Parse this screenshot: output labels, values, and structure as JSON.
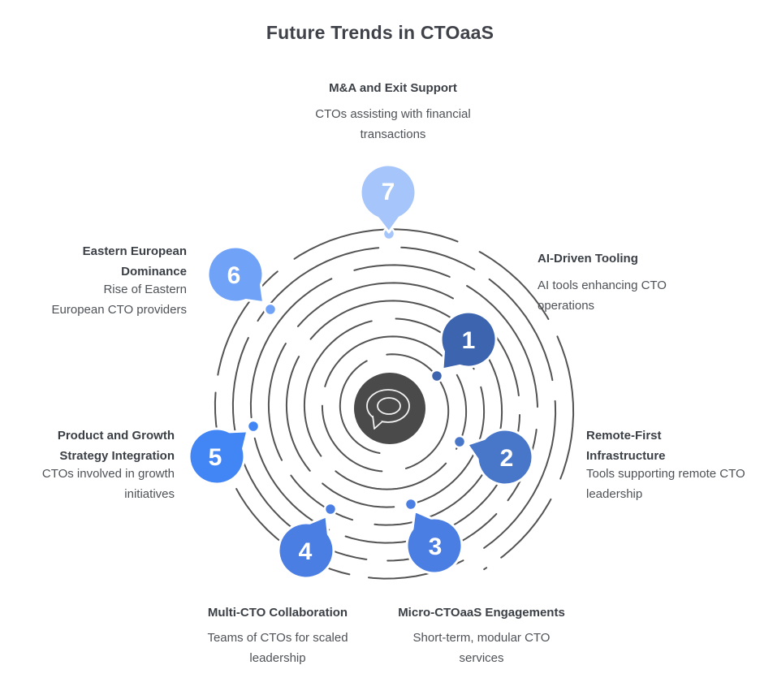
{
  "title": "Future Trends in CTOaaS",
  "colors": {
    "spiral": "#3b3b3b",
    "center_circle": "#4a4a4a",
    "node_number_text": "#ffffff",
    "heading_text": "#3f4249",
    "node_title_text": "#3b3f46",
    "node_desc_text": "#4e5257"
  },
  "center_icon": "speech-bubble",
  "nodes": [
    {
      "number": "1",
      "title": "AI-Driven Tooling",
      "description": "AI tools enhancing CTO operations",
      "color": "#3d64ae"
    },
    {
      "number": "2",
      "title": "Remote-First Infrastructure",
      "description": "Tools supporting remote CTO leadership",
      "color": "#4876c8"
    },
    {
      "number": "3",
      "title": "Micro-CTOaaS Engagements",
      "description": "Short-term, modular CTO services",
      "color": "#4b7ee2"
    },
    {
      "number": "4",
      "title": "Multi-CTO Collaboration",
      "description": "Teams of CTOs for scaled leadership",
      "color": "#4b7ee2"
    },
    {
      "number": "5",
      "title": "Product and Growth Strategy Integration",
      "description": "CTOs involved in growth initiatives",
      "color": "#4285f4"
    },
    {
      "number": "6",
      "title": "Eastern European Dominance",
      "description": "Rise of Eastern European CTO providers",
      "color": "#70a2f7"
    },
    {
      "number": "7",
      "title": "M&A and Exit Support",
      "description": "CTOs assisting with financial transactions",
      "color": "#a6c5fa"
    }
  ]
}
